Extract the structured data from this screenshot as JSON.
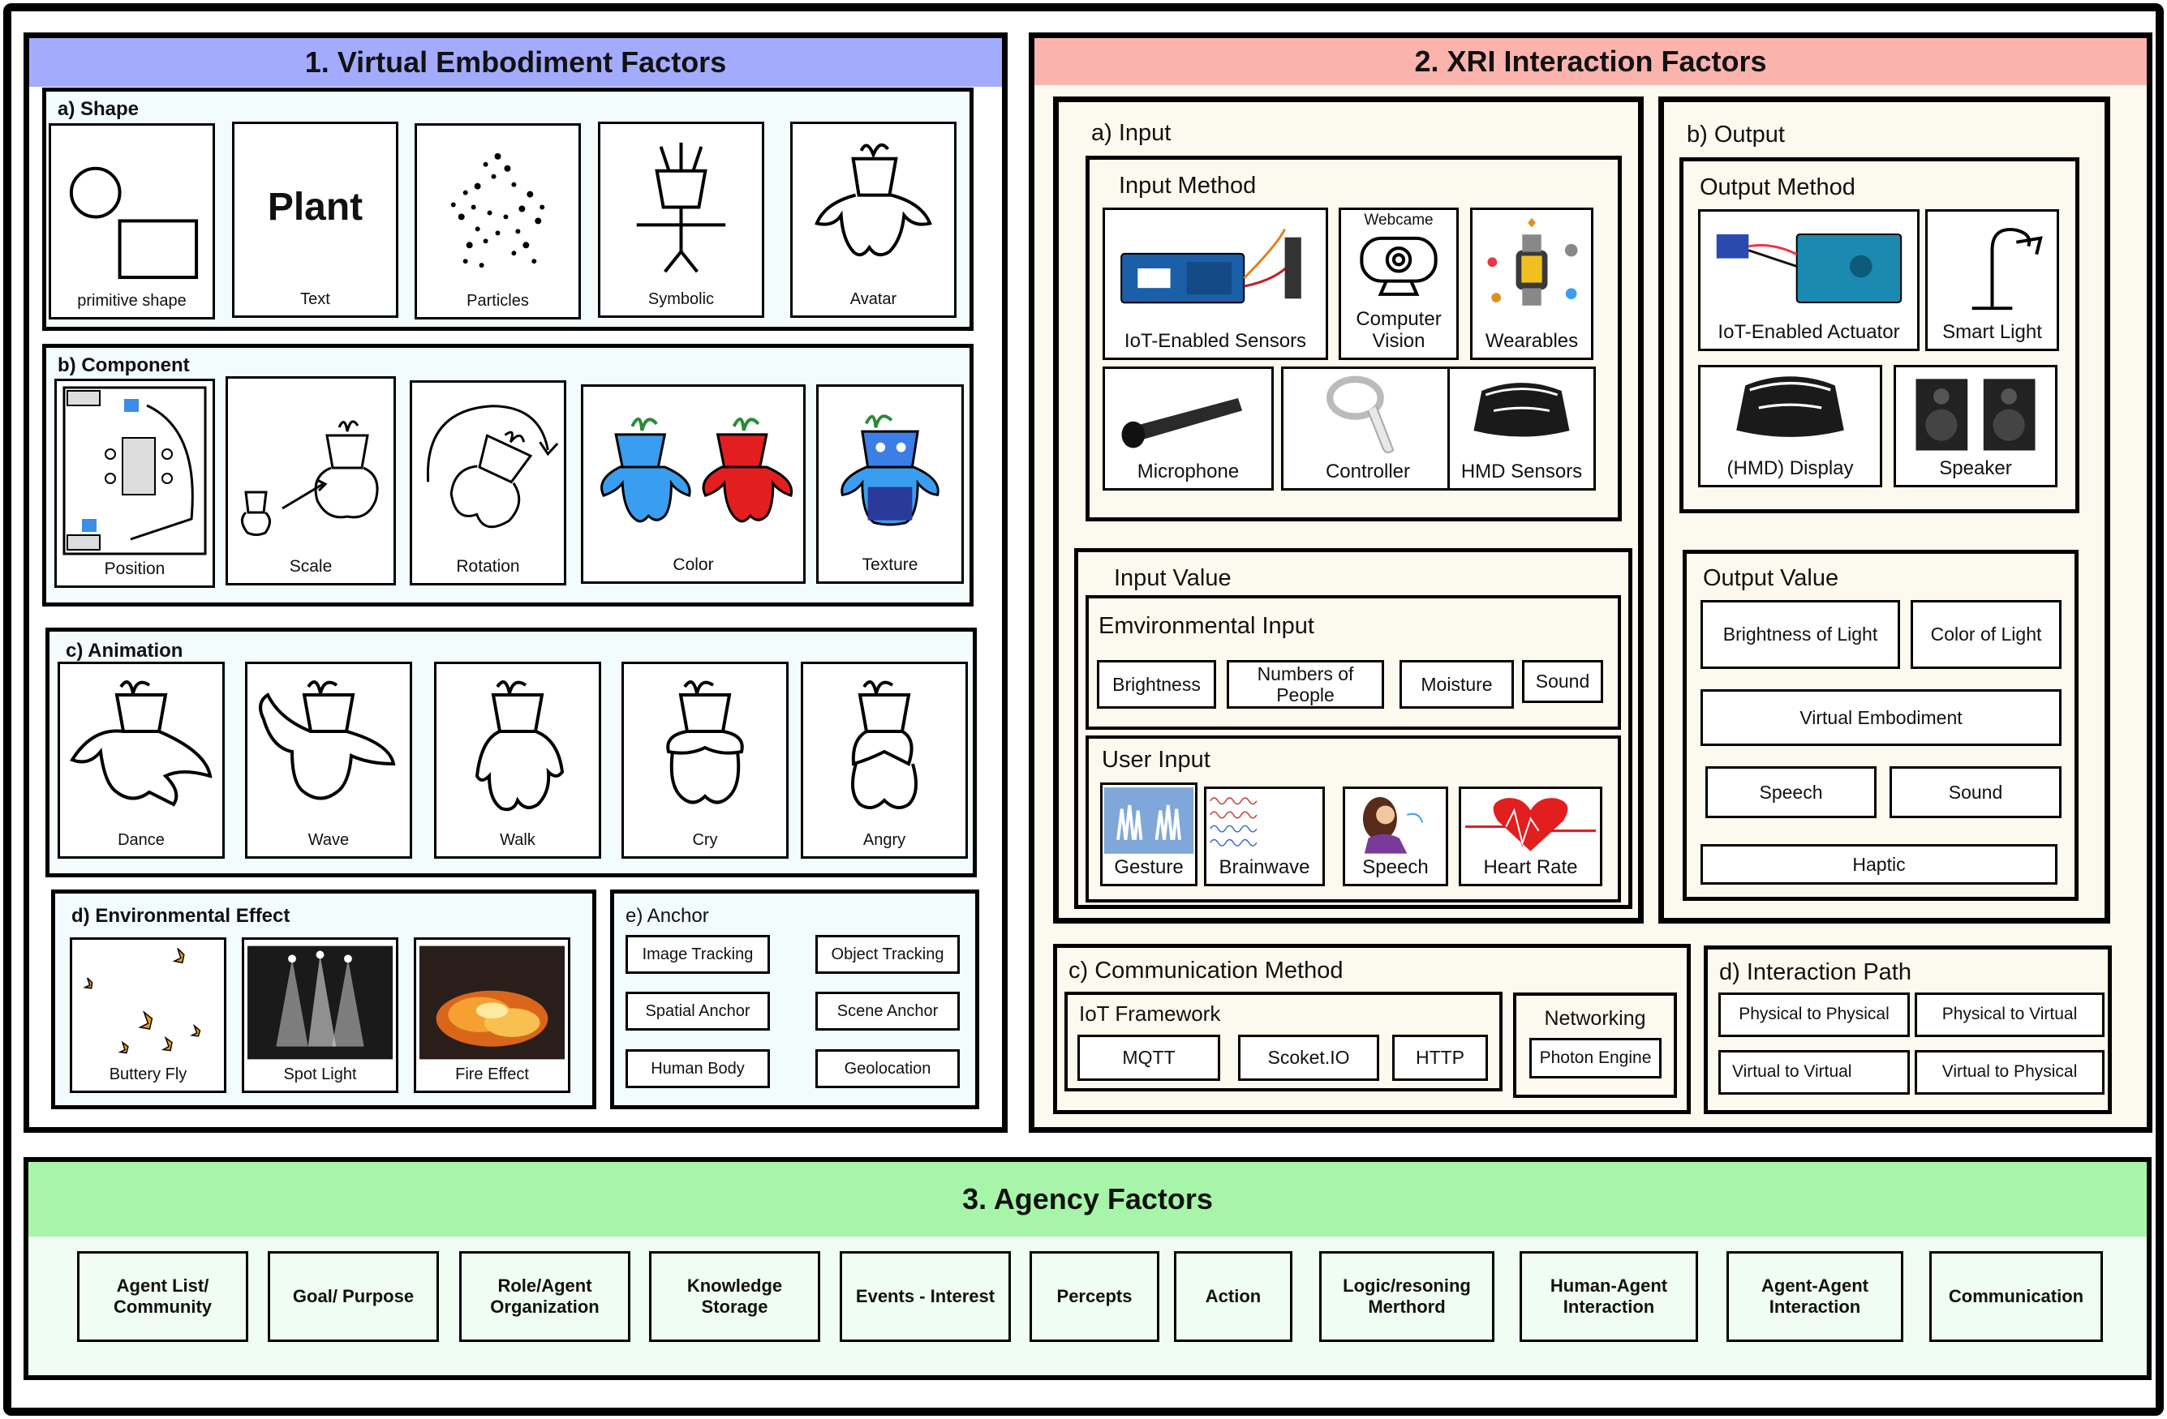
{
  "virtual": {
    "title": "1. Virtual Embodiment Factors",
    "shape": {
      "label": "a) Shape",
      "items": [
        "primitive shape",
        "Text",
        "Particles",
        "Symbolic",
        "Avatar"
      ],
      "plant_text": "Plant"
    },
    "component": {
      "label": "b) Component",
      "items": [
        "Position",
        "Scale",
        "Rotation",
        "Color",
        "Texture"
      ]
    },
    "animation": {
      "label": "c) Animation",
      "items": [
        "Dance",
        "Wave",
        "Walk",
        "Cry",
        "Angry"
      ]
    },
    "env": {
      "label": "d) Environmental Effect",
      "items": [
        "Buttery Fly",
        "Spot Light",
        "Fire Effect"
      ]
    },
    "anchor": {
      "label": "e) Anchor",
      "items": [
        "Image Tracking",
        "Object Tracking",
        "Spatial Anchor",
        "Scene Anchor",
        "Human Body",
        "Geolocation"
      ]
    }
  },
  "xri": {
    "title": "2. XRI Interaction Factors",
    "input": {
      "label": "a) Input",
      "method_label": "Input Method",
      "methods": [
        "IoT-Enabled Sensors",
        "Computer Vision",
        "Wearables",
        "Microphone",
        "Controller",
        "HMD Sensors"
      ],
      "webcam_label": "Webcame",
      "value_label": "Input Value",
      "env_label": "Emvironmental Input",
      "env_items": [
        "Brightness",
        "Numbers of People",
        "Moisture",
        "Sound"
      ],
      "user_label": "User Input",
      "user_items": [
        "Gesture",
        "Brainwave",
        "Speech",
        "Heart Rate"
      ]
    },
    "output": {
      "label": "b) Output",
      "method_label": "Output Method",
      "methods": [
        "IoT-Enabled Actuator",
        "Smart Light",
        "(HMD) Display",
        "Speaker"
      ],
      "value_label": "Output Value",
      "values": [
        "Brightness of Light",
        "Color of Light",
        "Virtual Embodiment",
        "Speech",
        "Sound",
        "Haptic"
      ]
    },
    "comm": {
      "label": "c) Communication Method",
      "iot_label": "IoT Framework",
      "iot_items": [
        "MQTT",
        "Scoket.IO",
        "HTTP"
      ],
      "net_label": "Networking",
      "net_items": [
        "Photon Engine"
      ]
    },
    "path": {
      "label": "d) Interaction Path",
      "items": [
        "Physical to Physical",
        "Physical to Virtual",
        "Virtual to Virtual",
        "Virtual to Physical"
      ]
    }
  },
  "agency": {
    "title": "3. Agency Factors",
    "items": [
      "Agent List/ Community",
      "Goal/ Purpose",
      "Role/Agent Organization",
      "Knowledge Storage",
      "Events - Interest",
      "Percepts",
      "Action",
      "Logic/resoning Merthord",
      "Human-Agent Interaction",
      "Agent-Agent Interaction",
      "Communication"
    ]
  },
  "colors": {
    "virtual_header": "#a2abfd",
    "xri_header": "#fbb3ad",
    "agency_header": "#a7f5a9"
  }
}
